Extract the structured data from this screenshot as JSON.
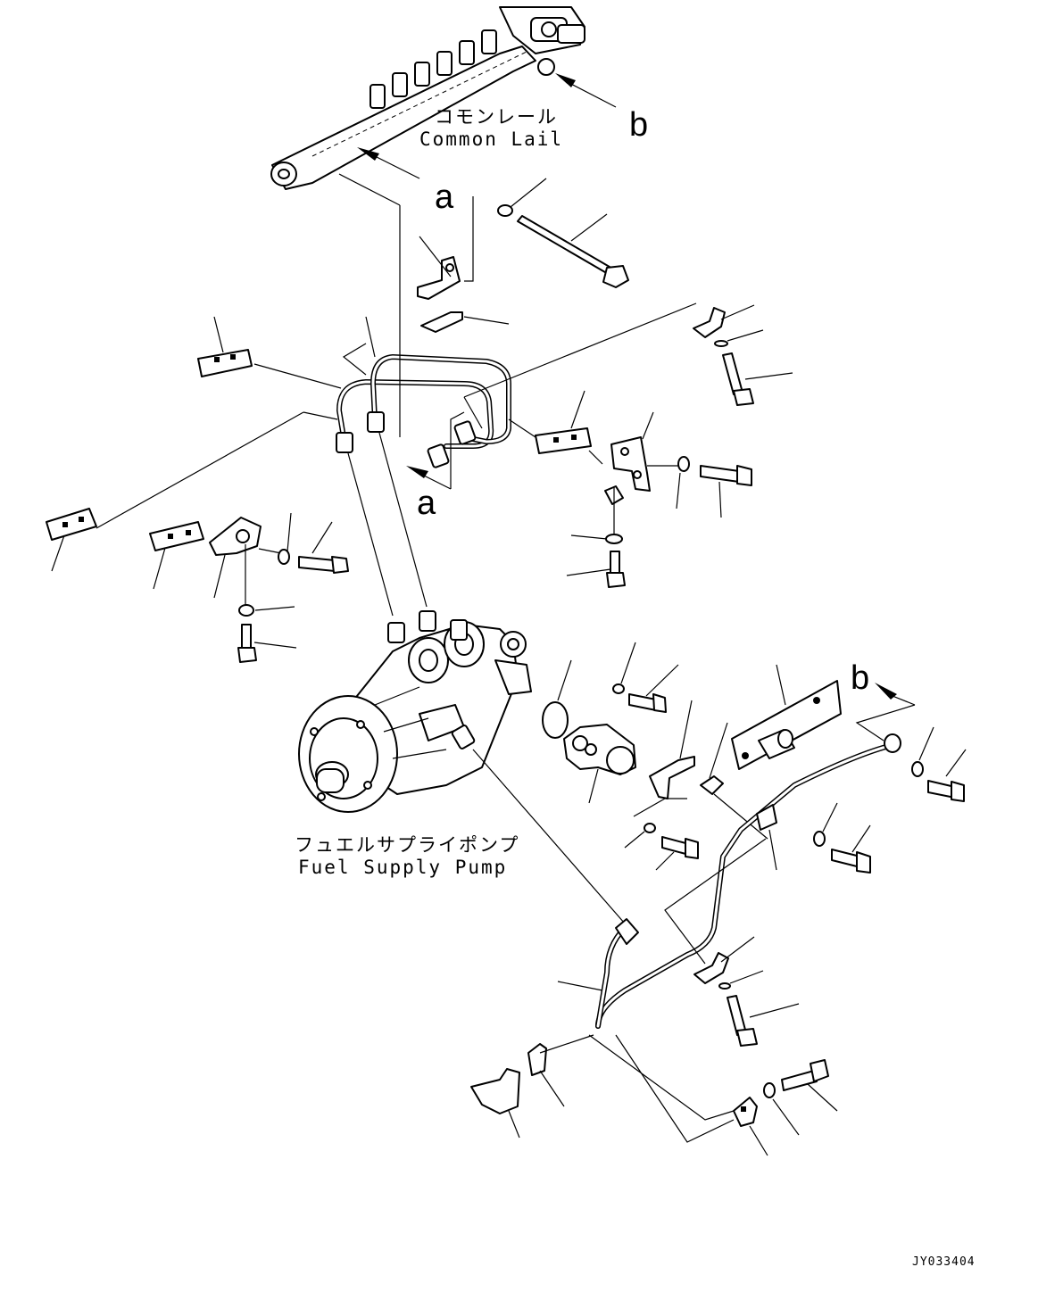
{
  "labels": {
    "common_rail_jp": "コモンレール",
    "common_rail_en": "Common Lail",
    "fuel_pump_jp": "フュエルサプライポンプ",
    "fuel_pump_en": "Fuel Supply Pump",
    "ref_a_top": "a",
    "ref_b_top": "b",
    "ref_a_mid": "a",
    "ref_b_right": "b",
    "drawing_code": "JY033404"
  },
  "colors": {
    "line": "#000000",
    "background": "#ffffff"
  }
}
